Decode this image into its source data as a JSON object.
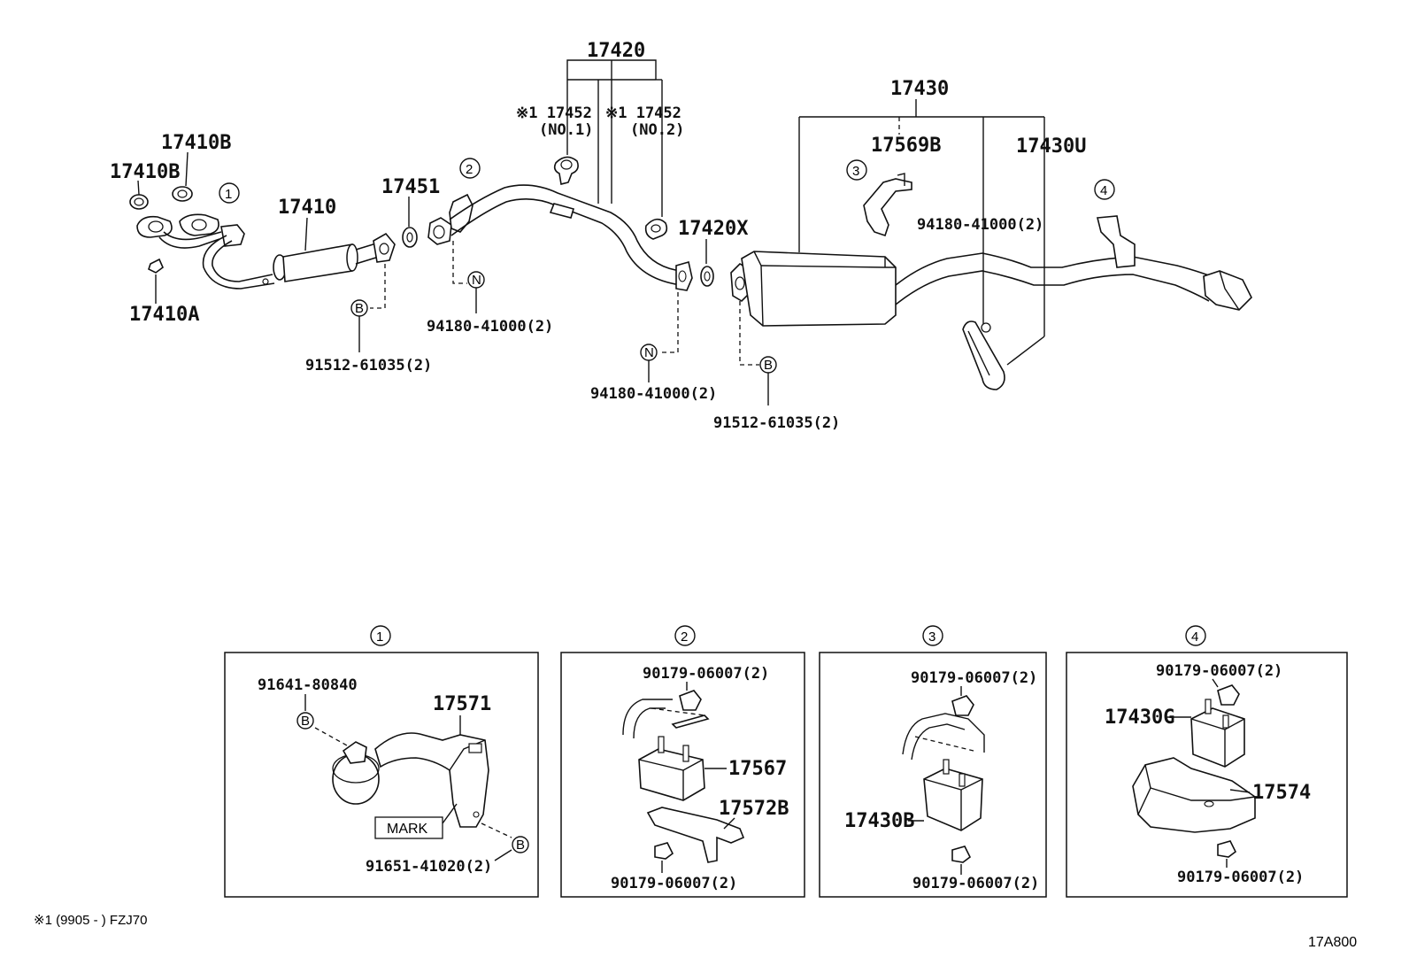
{
  "diagram_id": "17A800",
  "footnote": "※1 (9905 -        ) FZJ70",
  "labels": {
    "p17420": "17420",
    "p17452_1": "※1 17452",
    "p17452_1_sub": "(NO.1)",
    "p17452_2": "※1 17452",
    "p17452_2_sub": "(NO.2)",
    "p17430": "17430",
    "p17569B": "17569B",
    "p17430U": "17430U",
    "p17410B_a": "17410B",
    "p17410B_b": "17410B",
    "p17410": "17410",
    "p17451": "17451",
    "p17420X": "17420X",
    "p17410A": "17410A",
    "p94180_a": "94180-41000(2)",
    "p94180_b": "94180-41000(2)",
    "p94180_c": "94180-41000(2)",
    "p91512_a": "91512-61035(2)",
    "p91512_b": "91512-61035(2)",
    "p91641": "91641-80840",
    "p17571": "17571",
    "mark": "MARK",
    "p91651": "91651-41020(2)",
    "p90179_2t": "90179-06007(2)",
    "p17567": "17567",
    "p17572B": "17572B",
    "p90179_2b": "90179-06007(2)",
    "p90179_3t": "90179-06007(2)",
    "p17430B": "17430B",
    "p90179_3b": "90179-06007(2)",
    "p90179_4t": "90179-06007(2)",
    "p17430G": "17430G",
    "p17574": "17574",
    "p90179_4b": "90179-06007(2)"
  },
  "callouts": {
    "c1": "1",
    "c2": "2",
    "c3": "3",
    "c4": "4",
    "b": "B",
    "n": "N"
  },
  "details": [
    {
      "id": "1",
      "title": "1"
    },
    {
      "id": "2",
      "title": "2"
    },
    {
      "id": "3",
      "title": "3"
    },
    {
      "id": "4",
      "title": "4"
    }
  ]
}
